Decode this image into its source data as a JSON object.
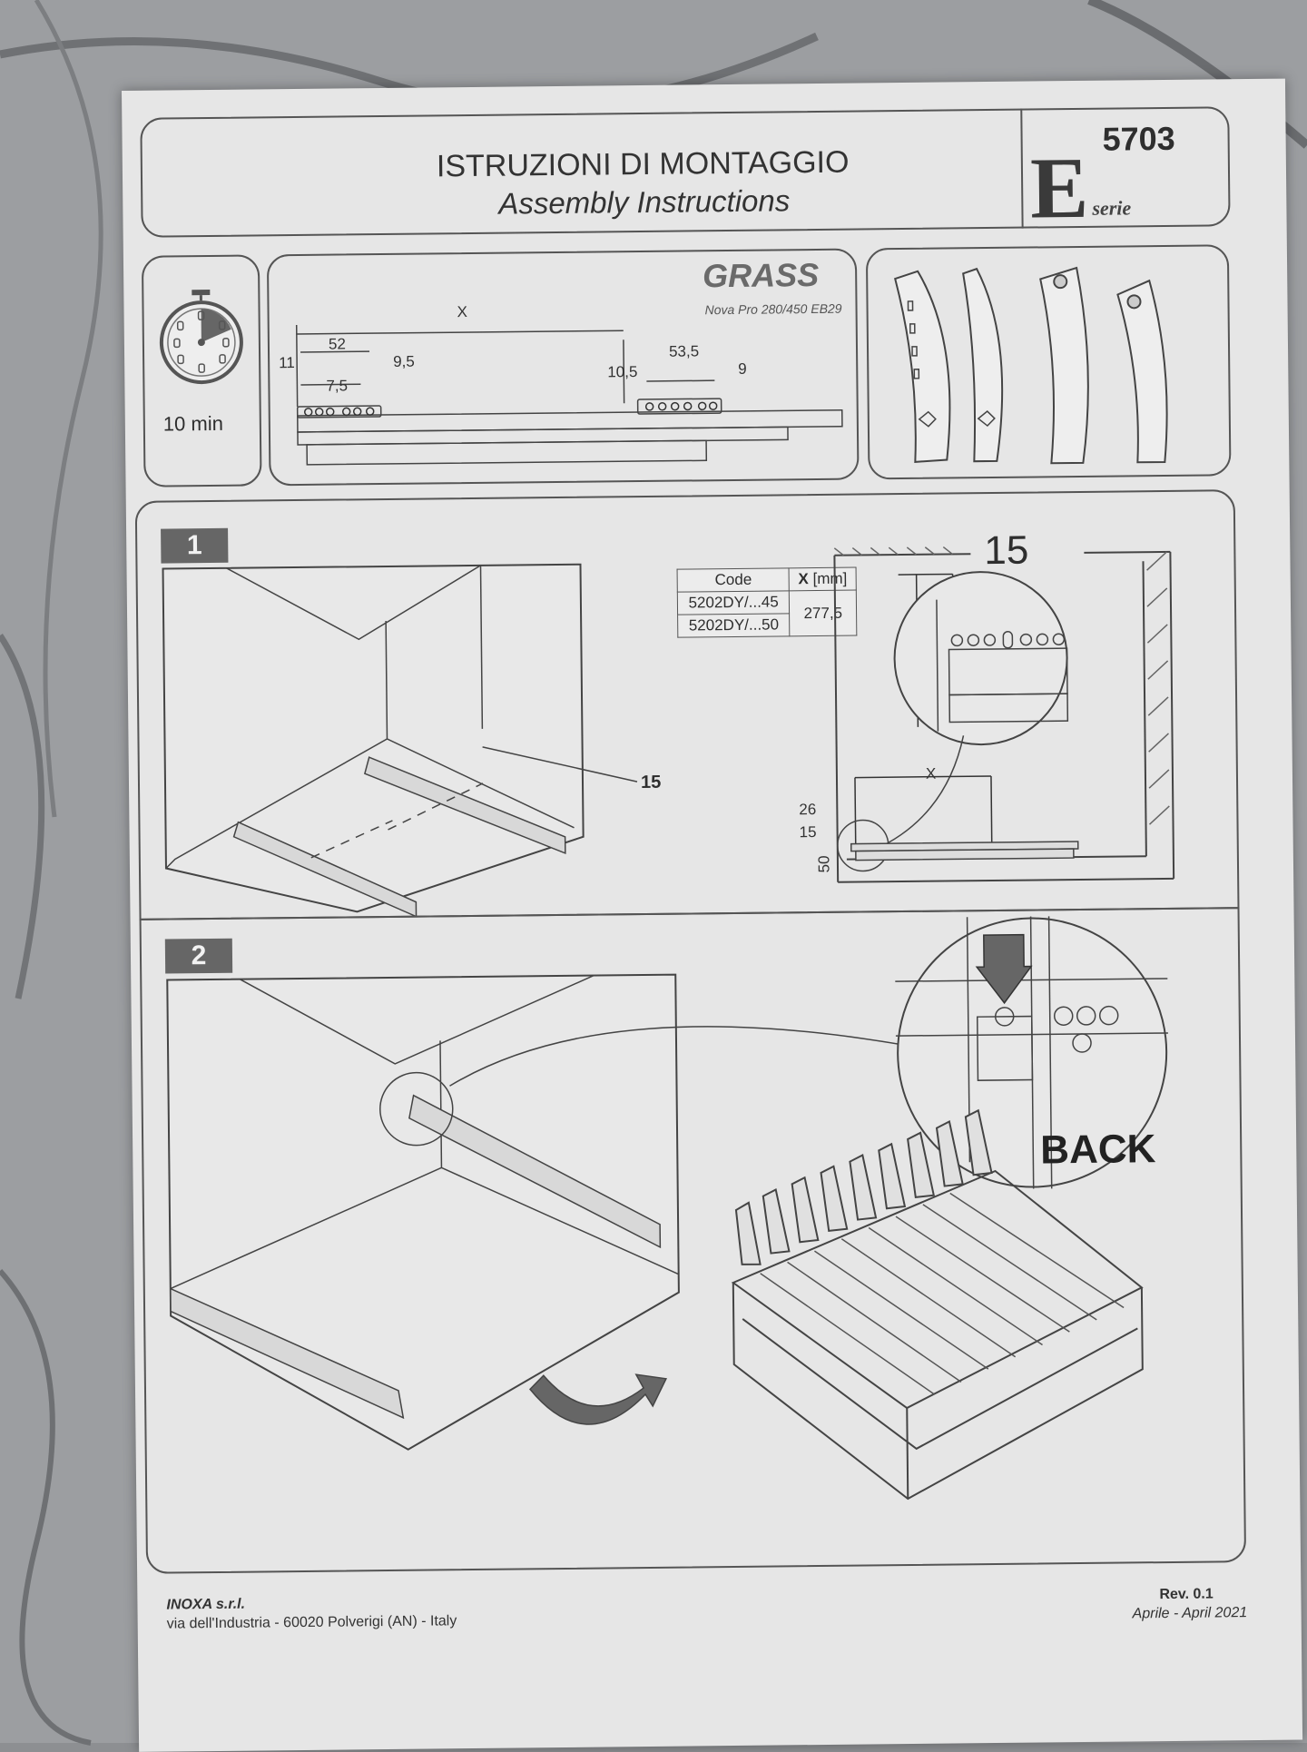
{
  "header": {
    "title_it": "ISTRUZIONI DI MONTAGGIO",
    "title_en": "Assembly Instructions",
    "product_code": "5703",
    "series_letter": "E",
    "series_word": "serie"
  },
  "timer": {
    "label": "10 min"
  },
  "slide_panel": {
    "brand": "GRASS",
    "model": "Nova Pro 280/450 EB29",
    "dim_x": "X",
    "dim_52": "52",
    "dim_11": "11",
    "dim_9_5": "9,5",
    "dim_7_5": "7,5",
    "dim_10_5": "10,5",
    "dim_53_5": "53,5",
    "dim_9": "9"
  },
  "step1": {
    "number": "1",
    "offset_label": "15",
    "table": {
      "col_code": "Code",
      "col_x": "X",
      "col_unit": "[mm]",
      "rows": [
        "5202DY/...45",
        "5202DY/...50"
      ],
      "value": "277,5"
    },
    "detail": {
      "top_dim": "15",
      "x_label": "X",
      "dim_26": "26",
      "dim_15": "15",
      "dim_50": "50"
    }
  },
  "step2": {
    "number": "2",
    "back_label": "BACK"
  },
  "footer": {
    "company": "INOXA s.r.l.",
    "address": "via dell'Industria - 60020 Polverigi (AN) - Italy",
    "revision": "Rev. 0.1",
    "date": "Aprile - April 2021"
  }
}
